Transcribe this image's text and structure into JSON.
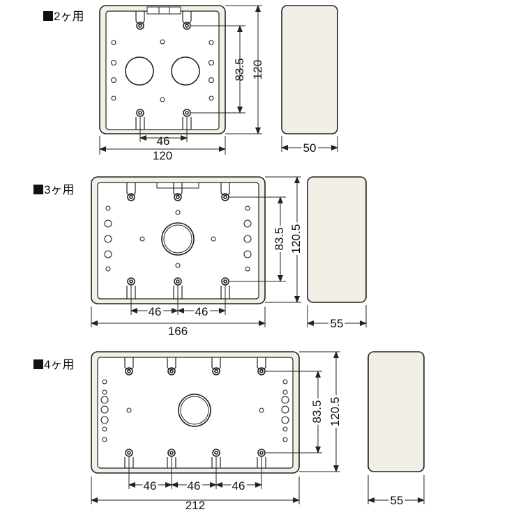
{
  "diagram": {
    "colors": {
      "line": "#222222",
      "box_outer": "#f2f0e6",
      "box_inner": "#ffffff"
    },
    "box2": {
      "title": "2ヶ用",
      "width_label": "120",
      "height_label": "120",
      "pitch_v_label": "83.5",
      "pitch_h_label": "46",
      "depth_label": "50"
    },
    "box3": {
      "title": "3ヶ用",
      "width_label": "166",
      "height_label": "120.5",
      "pitch_v_label": "83.5",
      "pitch_h_labels": [
        "46",
        "46"
      ],
      "depth_label": "55"
    },
    "box4": {
      "title": "4ヶ用",
      "width_label": "212",
      "height_label": "120.5",
      "pitch_v_label": "83.5",
      "pitch_h_labels": [
        "46",
        "46",
        "46"
      ],
      "depth_label": "55"
    }
  }
}
